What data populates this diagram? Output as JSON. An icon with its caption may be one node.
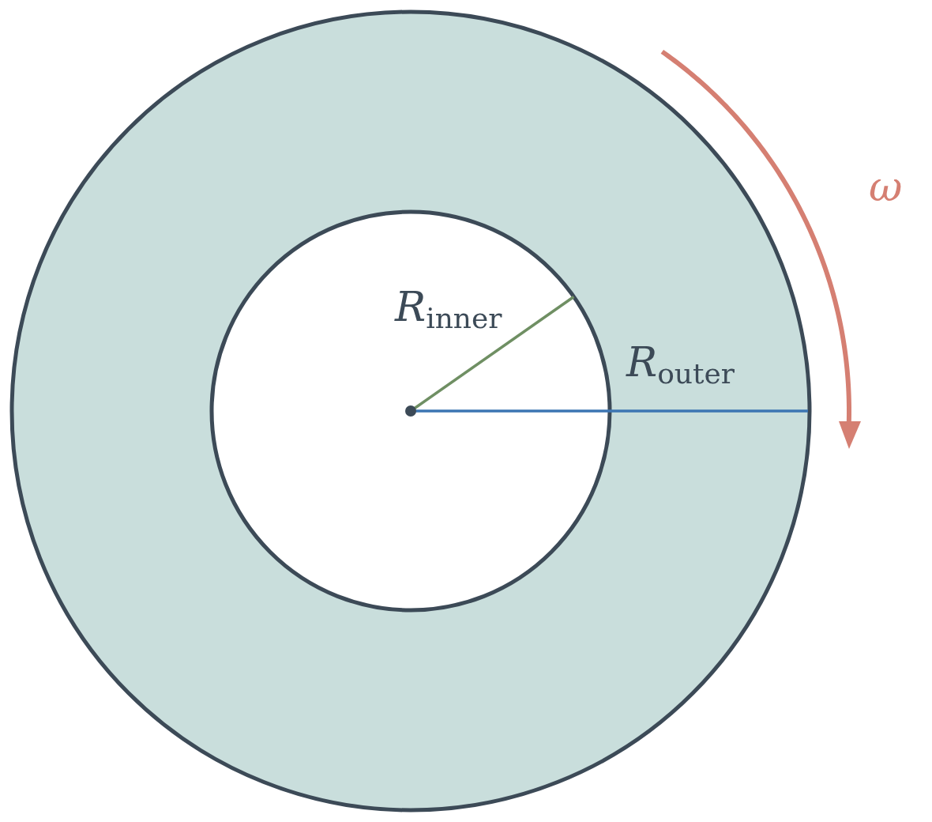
{
  "diagram": {
    "labels": [
      "*R*$_{inner}$",
      "*R*$_{outer}$",
      "ω"
    ]
  }
}
